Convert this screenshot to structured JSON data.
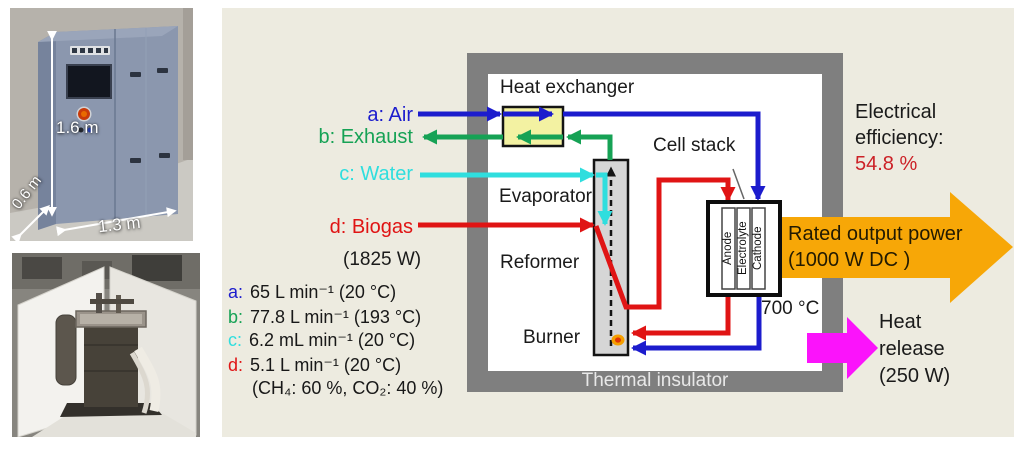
{
  "photos": {
    "cabinet": {
      "height": "1.6 m",
      "depth": "0.6 m",
      "width": "1.3 m"
    }
  },
  "streams": {
    "air": {
      "label": "a: Air",
      "color": "#1c1ccd"
    },
    "exhaust": {
      "label": "b: Exhaust",
      "color": "#16a255"
    },
    "water": {
      "label": "c: Water",
      "color": "#2fdede"
    },
    "biogas": {
      "label": "d: Biogas",
      "input_power": "(1825 W)",
      "color": "#e01414"
    }
  },
  "flow_rates": {
    "a": {
      "prefix": "a:",
      "value": "65 L min⁻¹ (20 °C)"
    },
    "b": {
      "prefix": "b:",
      "value": "77.8 L min⁻¹ (193 °C)"
    },
    "c": {
      "prefix": "c:",
      "value": "6.2 mL min⁻¹ (20 °C)"
    },
    "d": {
      "prefix": "d:",
      "value": "5.1 L min⁻¹ (20 °C)"
    },
    "composition": "(CH₄: 60 %, CO₂: 40 %)"
  },
  "components": {
    "heat_exchanger": "Heat exchanger",
    "evaporator": "Evaporator",
    "reformer": "Reformer",
    "burner": "Burner",
    "cell_stack": "Cell stack",
    "anode": "Anode",
    "electrolyte": "Electrolyte",
    "cathode": "Cathode",
    "thermal_insulator": "Thermal insulator",
    "stack_temperature": "700 °C"
  },
  "outputs": {
    "efficiency_label_1": "Electrical",
    "efficiency_label_2": "efficiency:",
    "efficiency_value": "54.8 %",
    "rated_power_1": "Rated output power",
    "rated_power_2": "(1000 W DC )",
    "heat_1": "Heat",
    "heat_2": "release",
    "heat_3": "(250 W)"
  },
  "colors": {
    "panel_background": "#edebe0",
    "insulator_gray": "#7f7f7f",
    "heat_exchanger_fill": "#f3f2a2",
    "power_arrow": "#f7a707",
    "heat_arrow": "#fb13fb",
    "efficiency_value": "#cc2127"
  }
}
